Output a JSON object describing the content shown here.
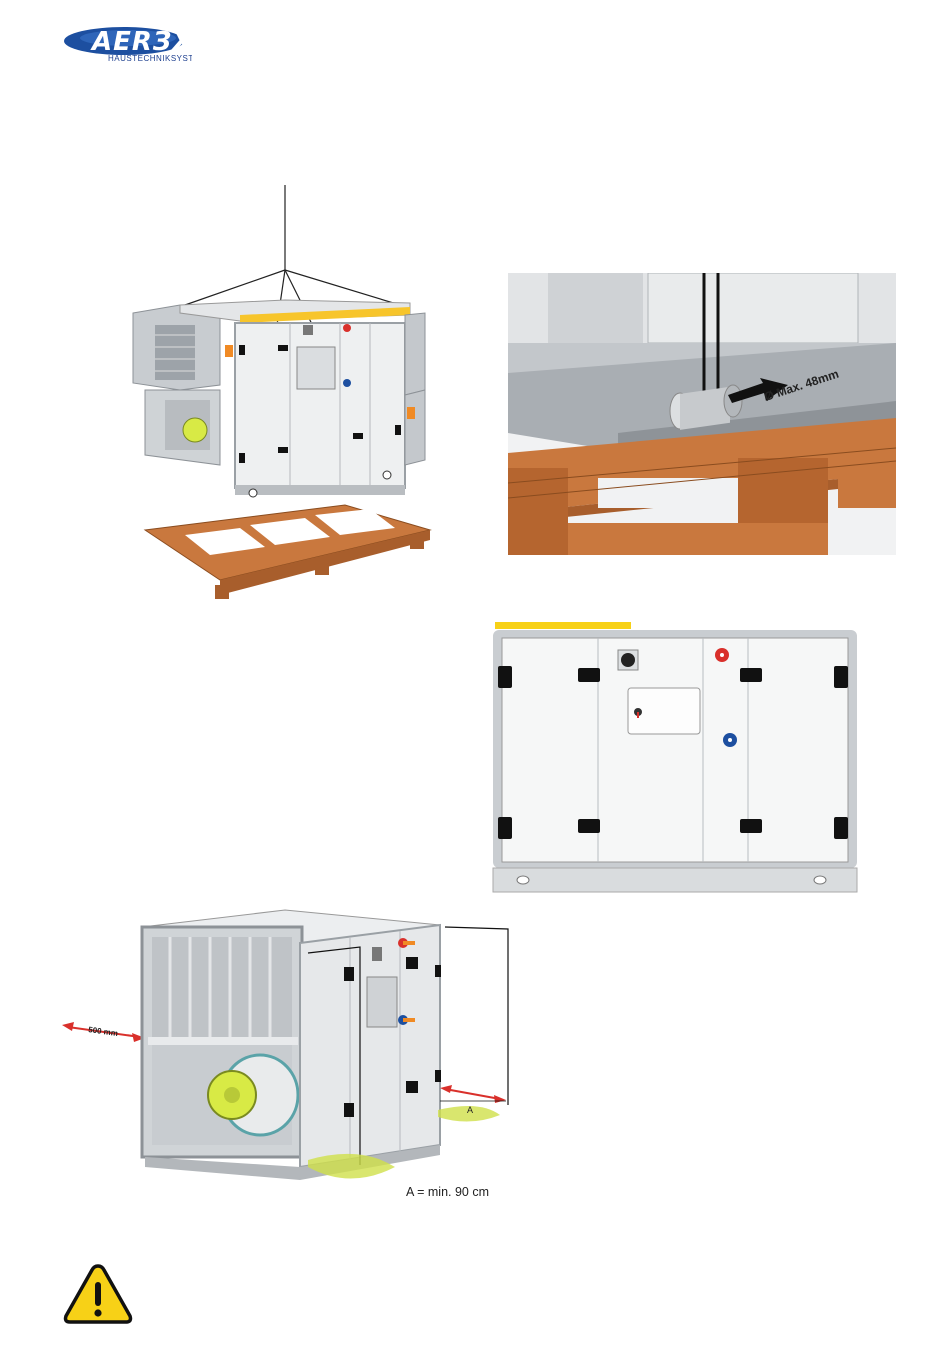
{
  "brand": {
    "name": "AERЗX",
    "tagline": "HAUSTECHNIKSYSTEME"
  },
  "figures": {
    "pallet_detail": {
      "rod_label": "Ø Max. 48mm"
    },
    "clearance": {
      "side_label": "500 mm",
      "door_label": "A",
      "caption": "A = min. 90 cm"
    }
  },
  "colors": {
    "brand_blue": "#1d4fa0",
    "unit_grey": "#d4d7da",
    "frame_grey": "#b9bdc1",
    "wood": "#c9783e",
    "warning_yellow": "#f7d117",
    "accent_orange": "#f08a24",
    "accent_red": "#d9302b",
    "fan_green": "#d8ea45"
  },
  "icons": [
    "warning-icon",
    "lifting-rope-icon",
    "pallet-icon"
  ]
}
